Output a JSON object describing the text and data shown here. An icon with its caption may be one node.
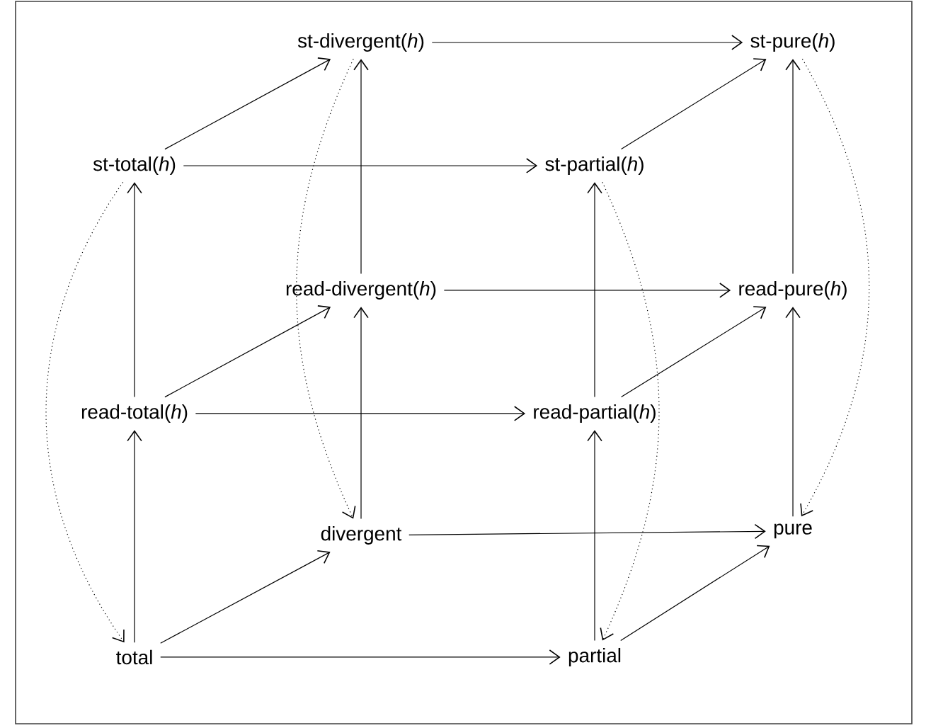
{
  "diagram": {
    "nodes": [
      {
        "text": [
          "st-divergent(*h*)"
        ]
      },
      {
        "text": [
          "st-pure(*h*)"
        ]
      },
      {
        "text": [
          "st-total(*h*)"
        ]
      },
      {
        "text": [
          "st-partial(*h*)"
        ]
      },
      {
        "text": [
          "read-divergent(*h*)"
        ]
      },
      {
        "text": [
          "read-pure(*h*)"
        ]
      },
      {
        "text": [
          "read-total(*h*)"
        ]
      },
      {
        "text": [
          "read-partial(*h*)"
        ]
      },
      {
        "text": [
          "divergent"
        ]
      },
      {
        "text": [
          "pure"
        ]
      },
      {
        "text": [
          "total"
        ]
      },
      {
        "text": [
          "partial"
        ]
      }
    ],
    "edges": [
      {
        "from": 0,
        "to": 1,
        "arrow": "to"
      },
      {
        "from": 2,
        "to": 0,
        "arrow": "to"
      },
      {
        "from": 2,
        "to": 3,
        "arrow": "to"
      },
      {
        "from": 3,
        "to": 1,
        "arrow": "to"
      },
      {
        "from": 4,
        "to": 0,
        "arrow": "to"
      },
      {
        "from": 5,
        "to": 1,
        "arrow": "to"
      },
      {
        "from": 4,
        "to": 5,
        "arrow": "to"
      },
      {
        "from": 6,
        "to": 4,
        "arrow": "to"
      },
      {
        "from": 6,
        "to": 2,
        "arrow": "to"
      },
      {
        "from": 6,
        "to": 7,
        "arrow": "to"
      },
      {
        "from": 7,
        "to": 3,
        "arrow": "to"
      },
      {
        "from": 7,
        "to": 5,
        "arrow": "to"
      },
      {
        "from": 8,
        "to": 4,
        "arrow": "to"
      },
      {
        "from": 8,
        "to": 9,
        "arrow": "to"
      },
      {
        "from": 9,
        "to": 5,
        "arrow": "to"
      },
      {
        "from": 10,
        "to": 6,
        "arrow": "to"
      },
      {
        "from": 10,
        "to": 8,
        "arrow": "to"
      },
      {
        "from": 10,
        "to": 11,
        "arrow": "to"
      },
      {
        "from": 11,
        "to": 7,
        "arrow": "to"
      },
      {
        "from": 11,
        "to": 9,
        "arrow": "to"
      },
      {
        "from": 2,
        "to": 10,
        "arrow": "to",
        "style": "dashed"
      },
      {
        "from": 0,
        "to": 8,
        "arrow": "to",
        "style": "dashed"
      },
      {
        "from": 3,
        "to": 11,
        "arrow": "to",
        "style": "dashed"
      },
      {
        "from": 1,
        "to": 9,
        "arrow": "to",
        "style": "dashed"
      }
    ]
  }
}
